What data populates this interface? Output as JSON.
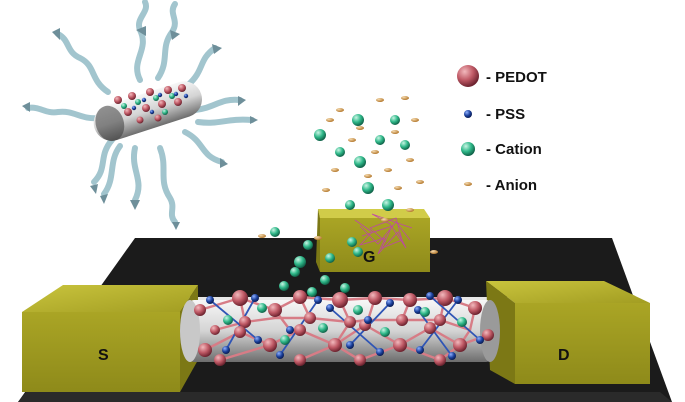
{
  "legend": {
    "pedot": "- PEDOT",
    "pss": "- PSS",
    "cation": "- Cation",
    "anion": "- Anion"
  },
  "electrodes": {
    "source": "S",
    "drain": "D",
    "gate": "G"
  },
  "colors": {
    "pedot": "#c05a66",
    "pss": "#1a3f9a",
    "cation": "#2fb889",
    "anion": "#d9a35a",
    "electrode": "#b7b22f",
    "substrate": "#1b1b1b",
    "channel": "#d9d9d9",
    "tail": "#a8c9d2"
  }
}
